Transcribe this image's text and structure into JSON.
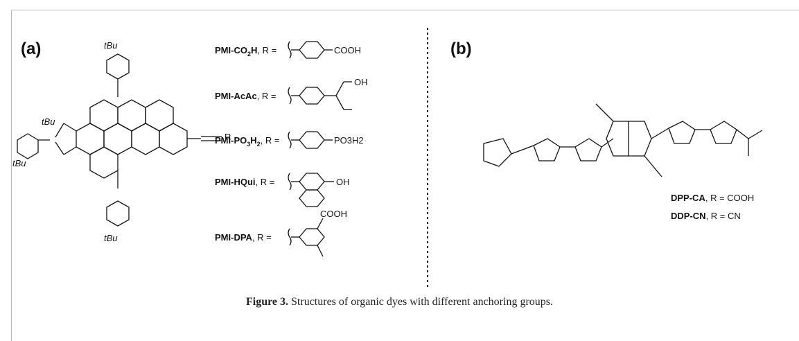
{
  "figure": {
    "panel_a_label": "(a)",
    "panel_b_label": "(b)",
    "caption_label": "Figure 3.",
    "caption_text": " Structures of organic dyes with different anchoring groups.",
    "panel_a": {
      "core_substituents": {
        "tbu_top": "tBu",
        "tbu_left_top": "tBu",
        "tbu_left_bottom": "tBu",
        "tbu_bottom": "tBu",
        "r_group": "R"
      },
      "dyes": [
        {
          "name": "PMI-CO",
          "sub": "2",
          "name_end": "H",
          "suffix": ", R =",
          "anchor": "COOH"
        },
        {
          "name": "PMI-AcAc",
          "sub": "",
          "name_end": "",
          "suffix": ", R =",
          "anchor": "OH"
        },
        {
          "name": "PMI-PO",
          "sub": "3",
          "name_end": "H",
          "name_sub2": "2",
          "suffix": ", R =",
          "anchor": "PO3H2"
        },
        {
          "name": "PMI-HQui",
          "sub": "",
          "name_end": "",
          "suffix": ", R =",
          "anchor": "OH"
        },
        {
          "name": "PMI-DPA",
          "sub": "",
          "name_end": "",
          "suffix": ", R =",
          "anchor": "COOH"
        }
      ]
    },
    "panel_b": {
      "dyes": [
        {
          "name": "DPP-CA",
          "suffix": ", R = COOH"
        },
        {
          "name": "DDP-CN",
          "suffix": ", R = CN"
        }
      ]
    }
  }
}
